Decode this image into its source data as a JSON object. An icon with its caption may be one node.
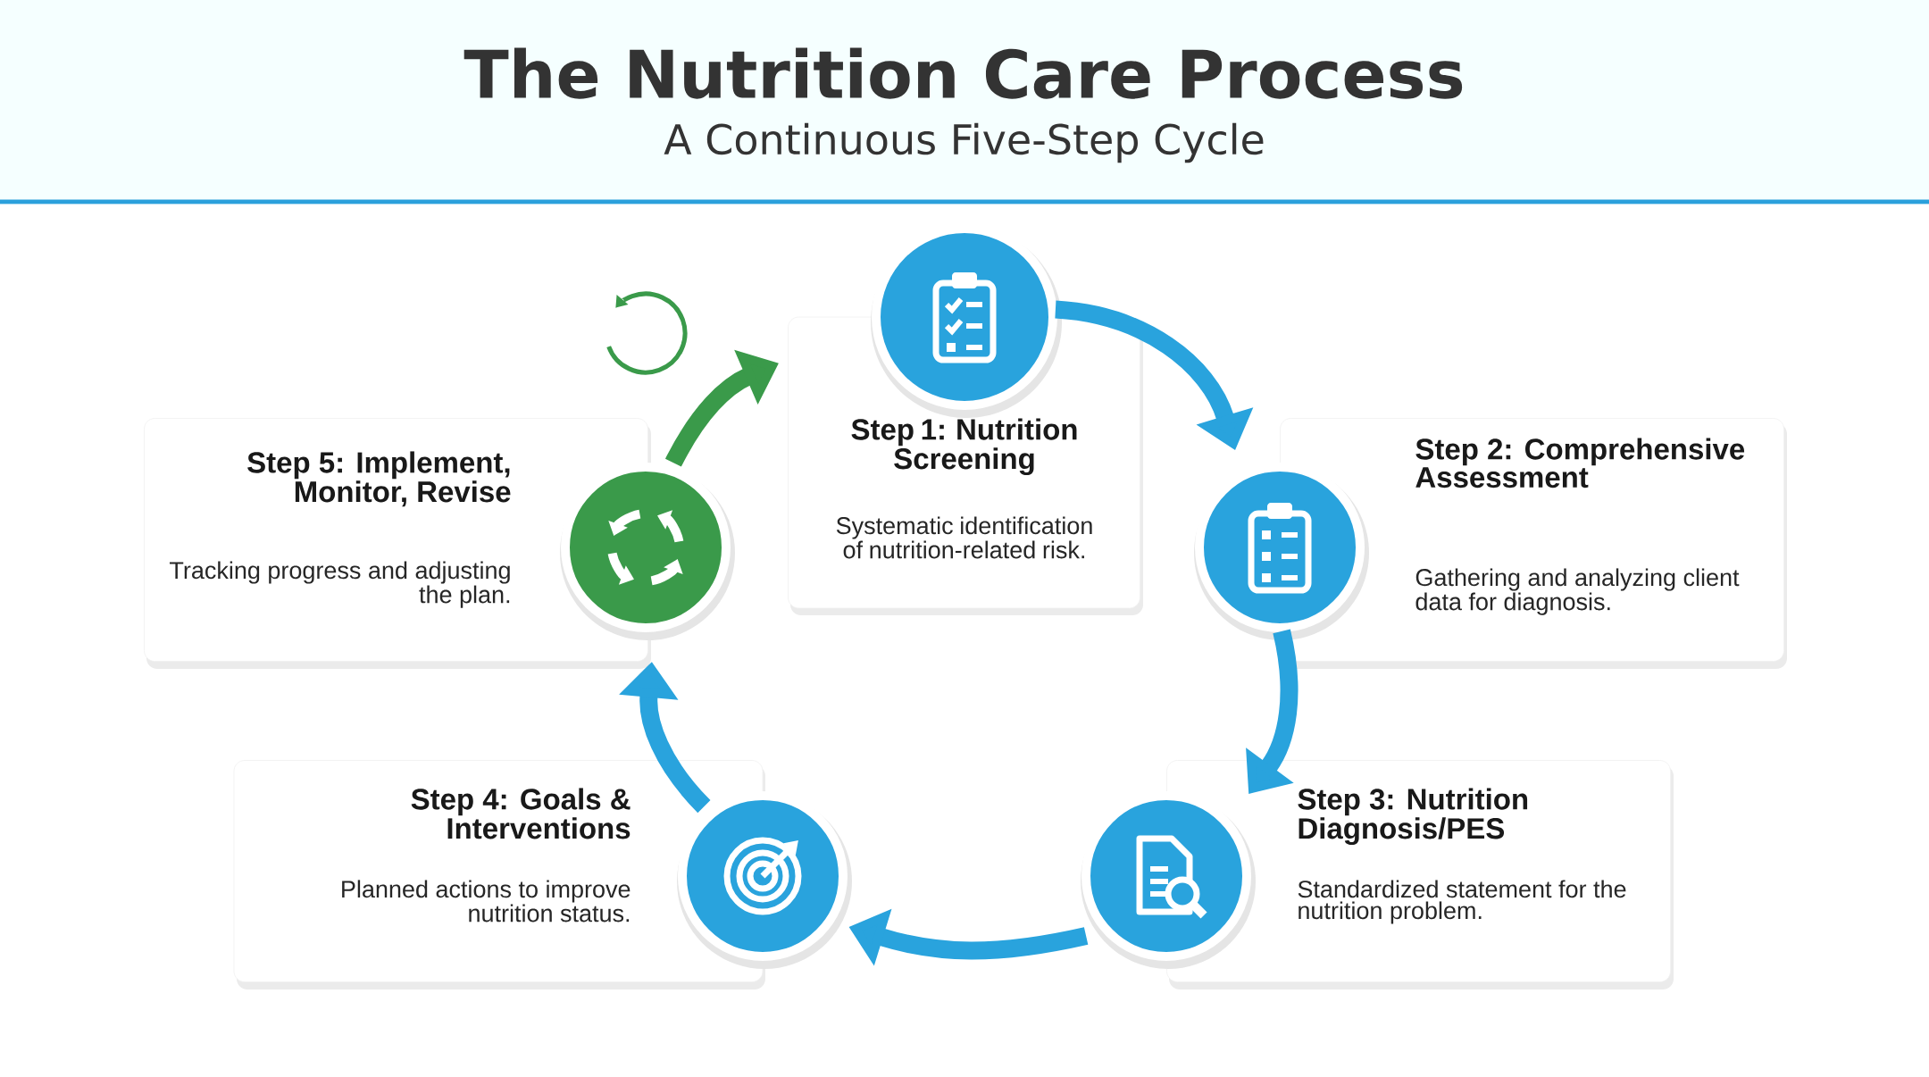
{
  "diagram": {
    "title": "The Nutrition Care Process",
    "nodes": [
      {
        "text": [
          "Step 1: Nutrition Screening",
          "Systematic identification of nutrition-related risk."
        ]
      },
      {
        "text": [
          "Step 2: Comprehensive Assessment",
          "Gathering and analyzing client data for diagnosis."
        ]
      },
      {
        "text": [
          "Step 3: Nutrition Diagnosis/PES",
          "Standardized statement for the nutrition problem."
        ]
      },
      {
        "text": [
          "Step 4: Goals & Interventions",
          "Planned actions to improve nutrition status."
        ]
      },
      {
        "text": [
          "Step 5: Implement, Monitor, Revise",
          "Tracking progress and adjusting the plan."
        ]
      }
    ],
    "edges": [
      {
        "from": 0,
        "to": 1,
        "arrow": "to"
      },
      {
        "from": 1,
        "to": 2,
        "arrow": "to"
      },
      {
        "from": 2,
        "to": 3,
        "arrow": "to"
      },
      {
        "from": 3,
        "to": 4,
        "arrow": "to"
      },
      {
        "from": 4,
        "to": 0,
        "arrow": "to",
        "color": "#3a9a4a"
      }
    ],
    "labels": [
      "A Continuous Five-Step Cycle"
    ]
  }
}
